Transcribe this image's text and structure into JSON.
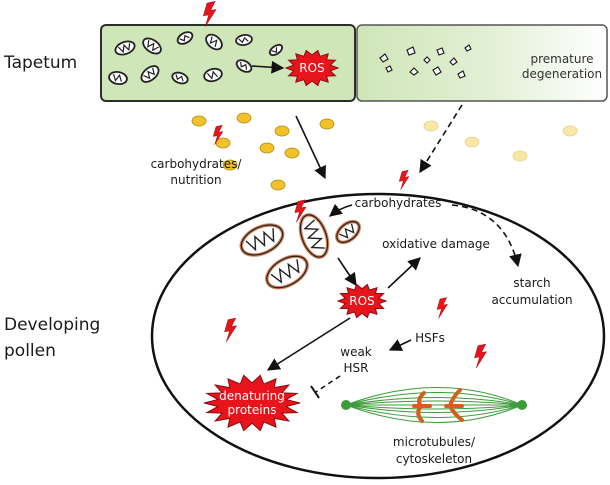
{
  "labels": {
    "tapetum": "Tapetum",
    "developing_line1": "Developing",
    "developing_line2": "pollen",
    "ros_tapetum": "ROS",
    "premature_line1": "premature",
    "premature_line2": "degeneration",
    "carb_nutrition_line1": "carbohydrates/",
    "carb_nutrition_line2": "nutrition",
    "carbohydrates": "carbohydrates",
    "oxidative_damage": "oxidative damage",
    "starch_line1": "starch",
    "starch_line2": "accumulation",
    "ros_pollen": "ROS",
    "hsfs": "HSFs",
    "weak_hsr_line1": "weak",
    "weak_hsr_line2": "HSR",
    "denaturing_line1": "denaturing",
    "denaturing_line2": "proteins",
    "microtubules_line1": "microtubules/",
    "microtubules_line2": "cytoskeleton"
  },
  "colors": {
    "tapetum_fill": "#cfe6b8",
    "stress_red": "#e8141b",
    "granule_yellow": "#f3c12a",
    "granule_faded": "#f9e7a6",
    "mitochondria_outline": "#d3845a",
    "spindle_green": "#3d9b3a",
    "chromosome_orange": "#d2601c"
  },
  "icons": [
    "heat-stress-lightning-icon",
    "mitochondrion-icon",
    "starch-granule-icon",
    "spindle-icon",
    "chromosome-icon"
  ]
}
